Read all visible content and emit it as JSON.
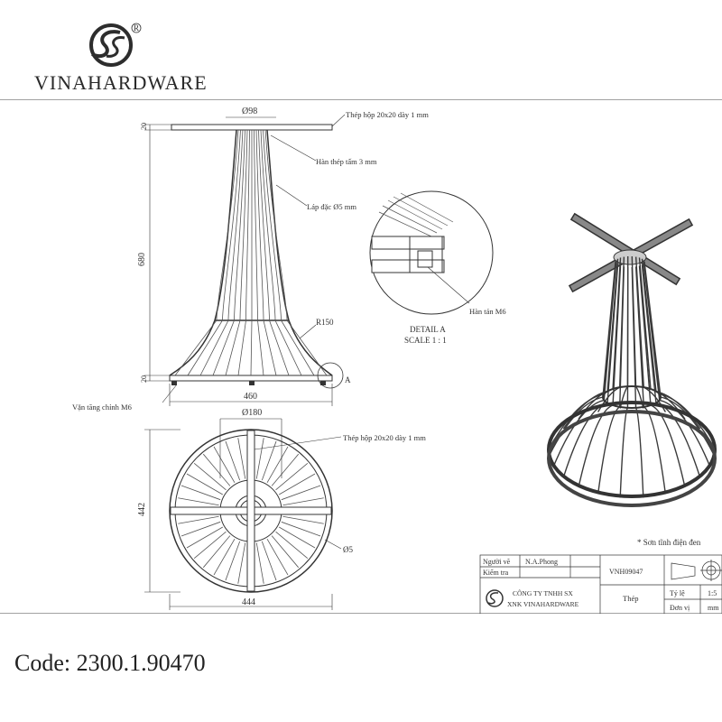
{
  "brand": {
    "name": "VINAHARDWARE",
    "registered_mark": "R"
  },
  "drawing": {
    "dimensions": {
      "top_plate_dia": "Ø98",
      "top_plate_thickness": "20",
      "height": "680",
      "base_thickness": "20",
      "base_width": "460",
      "center_hole_dia": "Ø180",
      "plan_height": "442",
      "plan_width": "444",
      "rod_dia": "Ø5",
      "radius": "R150"
    },
    "callouts": {
      "steel_box_top": "Thép hộp 20x20 dày 1 mm",
      "weld_plate": "Hàn thép tấm 3 mm",
      "solid_rod": "Láp đặc Ø5 mm",
      "leveling_screw": "Vặn tăng chỉnh M6",
      "steel_box_plan": "Thép hộp 20x20 dày 1 mm",
      "detail_marker": "A",
      "weld_nut": "Hàn tán M6"
    },
    "detail": {
      "title": "DETAIL A",
      "scale": "SCALE 1 : 1"
    },
    "note": "* Sơn tĩnh điện đen"
  },
  "title_block": {
    "drawn_by_label": "Người vẽ",
    "drawn_by_value": "N.A.Phong",
    "checked_label": "Kiểm tra",
    "drawing_no": "VNH09047",
    "company_line1": "CÔNG TY TNHH SX",
    "company_line2": "XNK VINAHARDWARE",
    "material": "Thép",
    "scale_label": "Tỷ lệ",
    "scale_value": "1:5",
    "unit_label": "Đơn vị",
    "unit_value": "mm"
  },
  "product": {
    "code": "Code: 2300.1.90470"
  }
}
